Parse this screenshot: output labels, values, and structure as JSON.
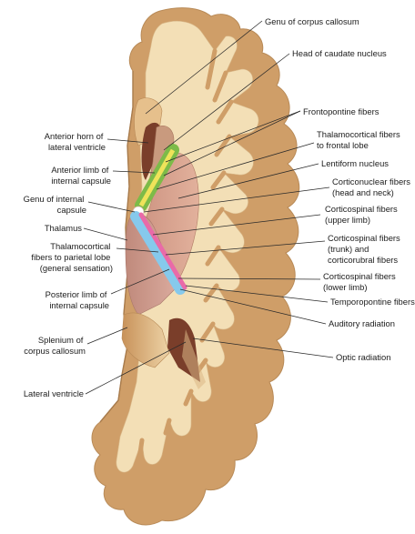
{
  "figure": {
    "labels": {
      "genu_corpus_callosum": "Genu of corpus callosum",
      "head_caudate": "Head of caudate nucleus",
      "frontopontine": "Frontopontine fibers",
      "anterior_horn": [
        "Anterior horn of",
        "lateral ventricle"
      ],
      "thalamocortical_frontal": [
        "Thalamocortical fibers",
        "to frontal lobe"
      ],
      "anterior_limb": [
        "Anterior limb of",
        "internal capsule"
      ],
      "lentiform": "Lentiform nucleus",
      "corticonuclear": [
        "Corticonuclear fibers",
        "(head and neck)"
      ],
      "genu_internal_capsule": [
        "Genu of internal",
        "capsule"
      ],
      "corticospinal_upper": [
        "Corticospinal fibers",
        "(upper limb)"
      ],
      "thalamus": "Thalamus",
      "corticospinal_trunk": [
        "Corticospinal fibers",
        "(trunk) and",
        "corticorubral fibers"
      ],
      "thalamocortical_parietal": [
        "Thalamocortical",
        "fibers to parietal lobe",
        "(general sensation)"
      ],
      "corticospinal_lower": [
        "Corticospinal fibers",
        "(lower limb)"
      ],
      "temporopontine": "Temporopontine fibers",
      "posterior_limb": [
        "Posterior limb of",
        "internal capsule"
      ],
      "auditory_radiation": "Auditory radiation",
      "splenium": [
        "Splenium of",
        "corpus callosum"
      ],
      "optic_radiation": "Optic radiation",
      "lateral_ventricle": "Lateral ventricle"
    },
    "colors": {
      "white_matter": "#f3dfb6",
      "gray_matter": "#cf9e68",
      "cortex_outline": "#b88a57",
      "ventricle": "#7a3e2a",
      "lentiform": "#d8a088",
      "thalamus": "#cf9a8e",
      "frontopontine": "#7dbb48",
      "thalamocortical_frontal": "#efe35a",
      "corticonuclear": "#ffffff",
      "corticospinal": "#e96aa8",
      "thalamocortical_parietal": "#86c9ec",
      "leader_line": "#2a2a2a"
    }
  }
}
